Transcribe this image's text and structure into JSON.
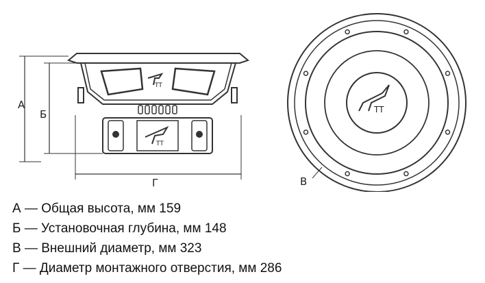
{
  "diagram": {
    "side_view_labels": {
      "total_height": "А",
      "mount_depth": "Б",
      "hole_diameter": "Г"
    },
    "front_view_labels": {
      "outer_diameter": "В"
    },
    "logo_text": "TT",
    "vent_slot_count": 6,
    "mount_hole_count": 8
  },
  "legend": [
    {
      "letter": "А",
      "text": "Общая высота, мм 159"
    },
    {
      "letter": "Б",
      "text": "Установочная глубина, мм 148"
    },
    {
      "letter": "В",
      "text": "Внешний диаметр, мм 323"
    },
    {
      "letter": "Г",
      "text": "Диаметр монтажного отверстия, мм 286"
    }
  ]
}
